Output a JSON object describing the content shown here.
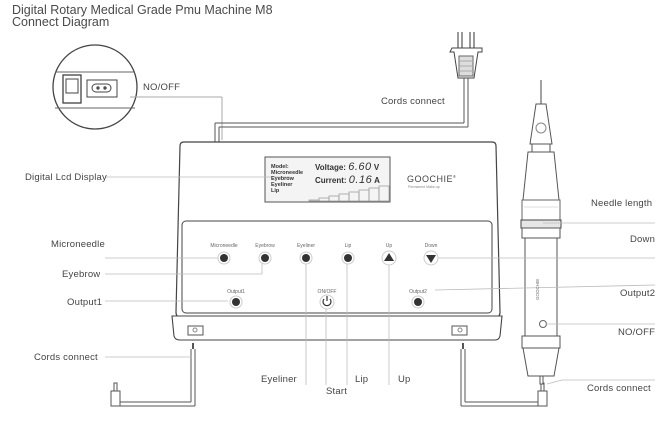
{
  "title": {
    "line1": "Digital Rotary Medical Grade Pmu Machine M8",
    "line2": "Connect Diagram"
  },
  "callouts": {
    "no_off_top": "NO/OFF",
    "cords_connect_top": "Cords connect",
    "digital_lcd_display": "Digital Lcd Display",
    "microneedle": "Microneedle",
    "eyebrow": "Eyebrow",
    "output1": "Output1",
    "cords_connect_left": "Cords  connect",
    "eyeliner": "Eyeliner",
    "start": "Start",
    "lip": "Lip",
    "up": "Up",
    "needle_length": "Needle length",
    "down": "Down",
    "output2": "Output2",
    "no_off_pen": "NO/OFF",
    "cords_connect_right": "Cords  connect"
  },
  "lcd": {
    "model_label": "Model:",
    "models": [
      "Microneedle",
      "Eyebrow",
      "Eyeliner",
      "Lip"
    ],
    "voltage_label": "Voltage:",
    "voltage_value": "6.60",
    "voltage_unit": "V",
    "current_label": "Current:",
    "current_value": "0.16",
    "current_unit": "A"
  },
  "brand": {
    "name": "GOOCHIE",
    "reg": "®",
    "tagline": "Permanent Make-up"
  },
  "panel_buttons": {
    "microneedle": "Microneedle",
    "eyebrow": "Eyebrow",
    "eyeliner": "Eyeliner",
    "lip": "Lip",
    "up": "Up",
    "down": "Down",
    "output1": "Output1",
    "on_off": "ON/OFF",
    "output2": "Output2"
  },
  "pen": {
    "brand": "GOOCHIE"
  }
}
